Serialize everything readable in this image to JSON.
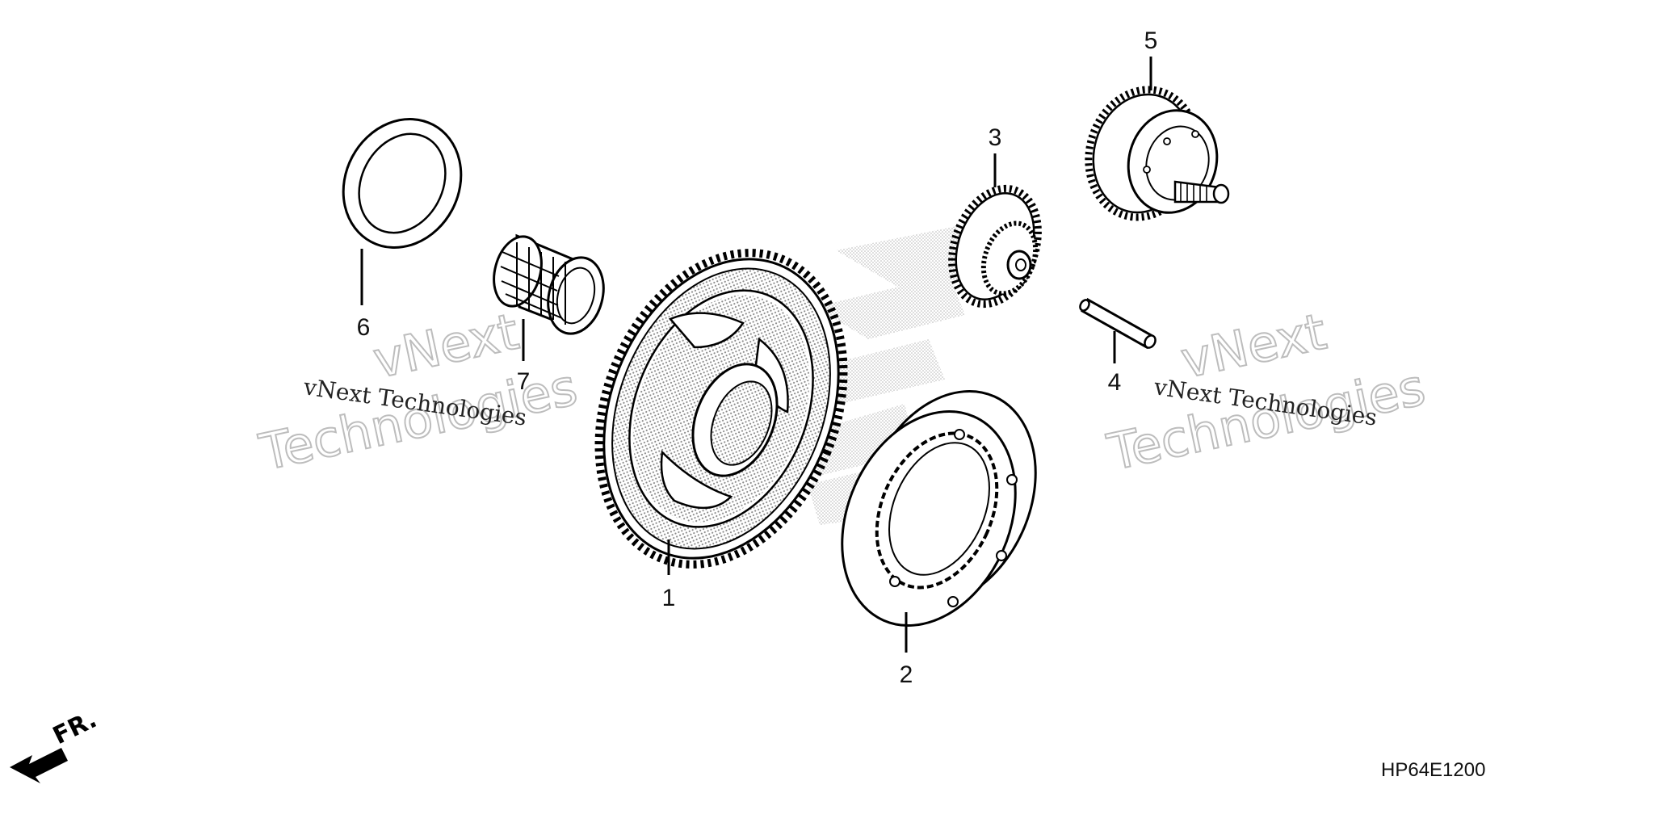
{
  "diagram": {
    "drawing_code": "HP64E1200",
    "front_indicator": "FR.",
    "watermark": {
      "brand": "vNext",
      "line": "vNext Technologies",
      "big_word": "Technologies"
    },
    "parts": [
      {
        "number": "1",
        "icon": "driven-gear"
      },
      {
        "number": "2",
        "icon": "one-way-clutch"
      },
      {
        "number": "3",
        "icon": "reduction-gear"
      },
      {
        "number": "4",
        "icon": "gear-shaft"
      },
      {
        "number": "5",
        "icon": "starter-gear-assembly"
      },
      {
        "number": "6",
        "icon": "thrust-washer"
      },
      {
        "number": "7",
        "icon": "needle-bearing"
      }
    ]
  }
}
